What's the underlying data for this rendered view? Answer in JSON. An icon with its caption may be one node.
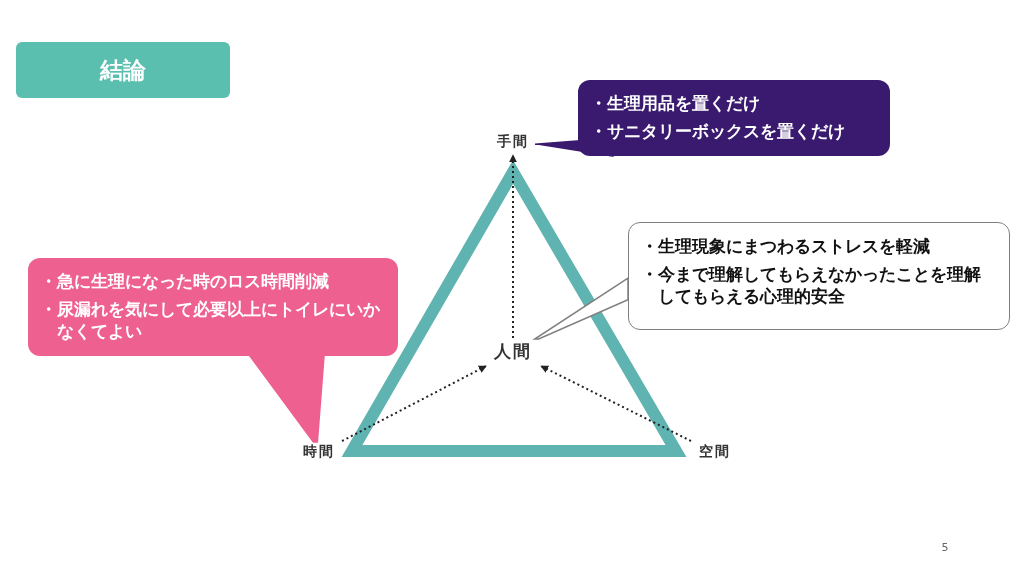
{
  "diagram": {
    "title": "結論",
    "nodes": [
      {
        "text": [
          "手間"
        ]
      },
      {
        "text": [
          "時間"
        ]
      },
      {
        "text": [
          "空間"
        ]
      },
      {
        "text": [
          "人間"
        ]
      },
      {
        "text": [
          "・生理用品を置くだけ",
          "・サニタリーボックスを置くだけ"
        ]
      },
      {
        "text": [
          "・急に生理になった時のロス時間削減",
          "・尿漏れを気にして必要以上にトイレにいかなくてよい"
        ]
      },
      {
        "text": [
          "・生理現象にまつわるストレスを軽減",
          "・今まで理解してもらえなかったことを理解してもらえる**心理的安全**"
        ]
      }
    ],
    "edges": [
      {
        "from": 3,
        "to": 0,
        "arrow": "to",
        "style": "dashed"
      },
      {
        "from": 1,
        "to": 3,
        "arrow": "to",
        "style": "dashed"
      },
      {
        "from": 2,
        "to": 3,
        "arrow": "to",
        "style": "dashed"
      },
      {
        "from": 4,
        "to": 0,
        "arrow": "none",
        "color": "#3a1a6e"
      },
      {
        "from": 5,
        "to": 1,
        "arrow": "none",
        "color": "#ee6090"
      },
      {
        "from": 6,
        "to": 3,
        "arrow": "none",
        "color": "#7f7f7f"
      }
    ],
    "labels": [
      "5"
    ]
  }
}
